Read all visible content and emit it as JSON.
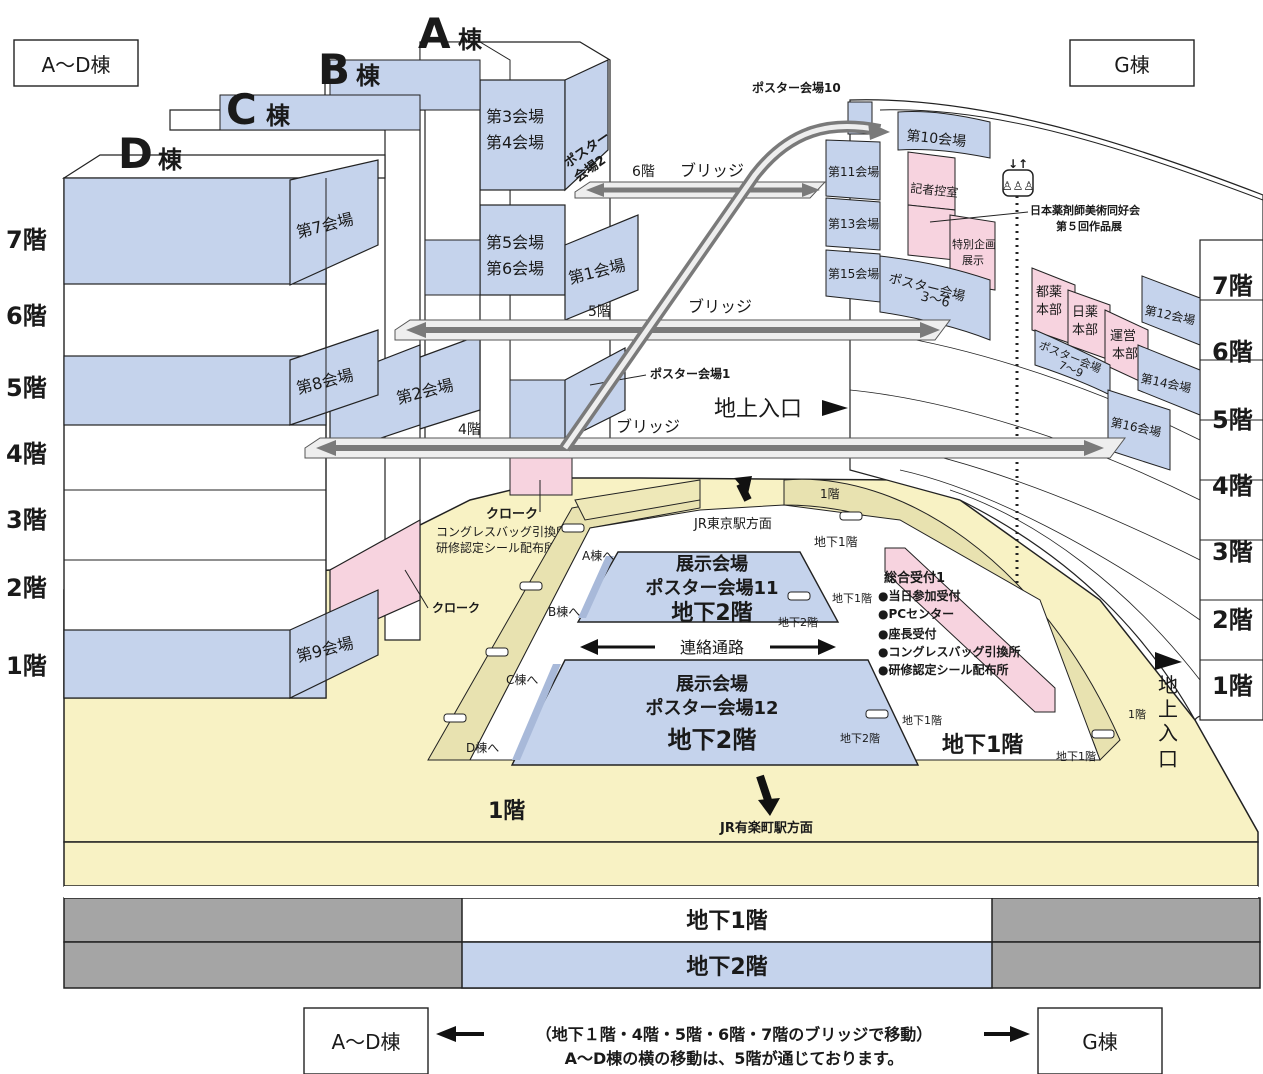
{
  "building_labels": {
    "ad_box": "A〜D棟",
    "g_box": "G棟",
    "a_big": "A",
    "b_big": "B",
    "c_big": "C",
    "d_big": "D",
    "tou": "棟"
  },
  "floors_left": [
    "7階",
    "6階",
    "5階",
    "4階",
    "3階",
    "2階",
    "1階"
  ],
  "floors_right": [
    "7階",
    "6階",
    "5階",
    "4階",
    "3階",
    "2階",
    "1階"
  ],
  "halls_ad": {
    "h7": "第7会場",
    "h8": "第8会場",
    "h9": "第9会場",
    "h2": "第2会場",
    "h1": "第1会場",
    "h34_line1": "第3会場",
    "h34_line2": "第4会場",
    "h56_line1": "第5会場",
    "h56_line2": "第6会場",
    "poster2_line1": "ポスター",
    "poster2_line2": "会場2",
    "poster1": "ポスター会場1",
    "cloak": "クローク",
    "cloak2_title": "クローク",
    "cloak2_line1": "コングレスバッグ引換所",
    "cloak2_line2": "研修認定シール配布所"
  },
  "halls_g": {
    "poster10": "ポスター会場10",
    "h10": "第10会場",
    "h11": "第11会場",
    "h13": "第13会場",
    "h15": "第15会場",
    "h12": "第12会場",
    "h14": "第14会場",
    "h16": "第16会場",
    "press": "記者控室",
    "special_line1": "特別企画",
    "special_line2": "展示",
    "poster36_line1": "ポスター会場",
    "poster36_line2": "3〜6",
    "poster79_line1": "ポスター会場",
    "poster79_line2": "7〜9",
    "toyaku_line1": "都薬",
    "toyaku_line2": "本部",
    "nichiyaku_line1": "日薬",
    "nichiyaku_line2": "本部",
    "unei_line1": "運営",
    "unei_line2": "本部",
    "art_line1": "日本薬剤師美術同好会",
    "art_line2": "第５回作品展"
  },
  "bridges": {
    "b6_floor": "6階",
    "b6_label": "ブリッジ",
    "b5_floor": "5階",
    "b5_label": "ブリッジ",
    "b4_floor": "4階",
    "b4_label": "ブリッジ"
  },
  "entrances": {
    "ground_entrance": "地上入口",
    "ground_entrance_vertical": [
      "地",
      "上",
      "入",
      "口"
    ]
  },
  "ground": {
    "jr_tokyo": "JR東京駅方面",
    "jr_yurakucho": "JR有楽町駅方面",
    "floor1": "1階",
    "b1_label": "地下1階",
    "esc_1f": "1階",
    "esc_b1": "地下1階",
    "esc_b1_b": "地下1階",
    "esc_b2": "地下2階",
    "esc_b1_c": "地下1階",
    "esc_b2_c": "地下2階",
    "esc_1f_d": "1階",
    "esc_b1_d": "地下1階",
    "to_a": "A棟へ",
    "to_b": "B棟へ",
    "to_c": "C棟へ",
    "to_d": "D棟へ",
    "renraku": "連絡通路",
    "exh11_line1": "展示会場",
    "exh11_line2": "ポスター会場11",
    "exh11_line3": "地下2階",
    "exh12_line1": "展示会場",
    "exh12_line2": "ポスター会場12",
    "exh12_line3": "地下2階",
    "reception_title": "総合受付1",
    "reception_items": [
      "●当日参加受付",
      "●PCセンター",
      "●座長受付",
      "●コングレスバッグ引換所",
      "●研修認定シール配布所"
    ]
  },
  "legend_band": {
    "b1": "地下1階",
    "b2": "地下2階"
  },
  "footer": {
    "left_box": "A〜D棟",
    "right_box": "G棟",
    "line1": "（地下１階・4階・5階・6階・7階のブリッジで移動）",
    "line2": "A〜D棟の横の移動は、5階が通じております。"
  },
  "colors": {
    "hall_blue": "#c5d3ec",
    "pink": "#f7d3df",
    "cream": "#f8f2c4",
    "band_gray": "#a5a5a5",
    "bridge_gray": "#7a7a7a"
  }
}
